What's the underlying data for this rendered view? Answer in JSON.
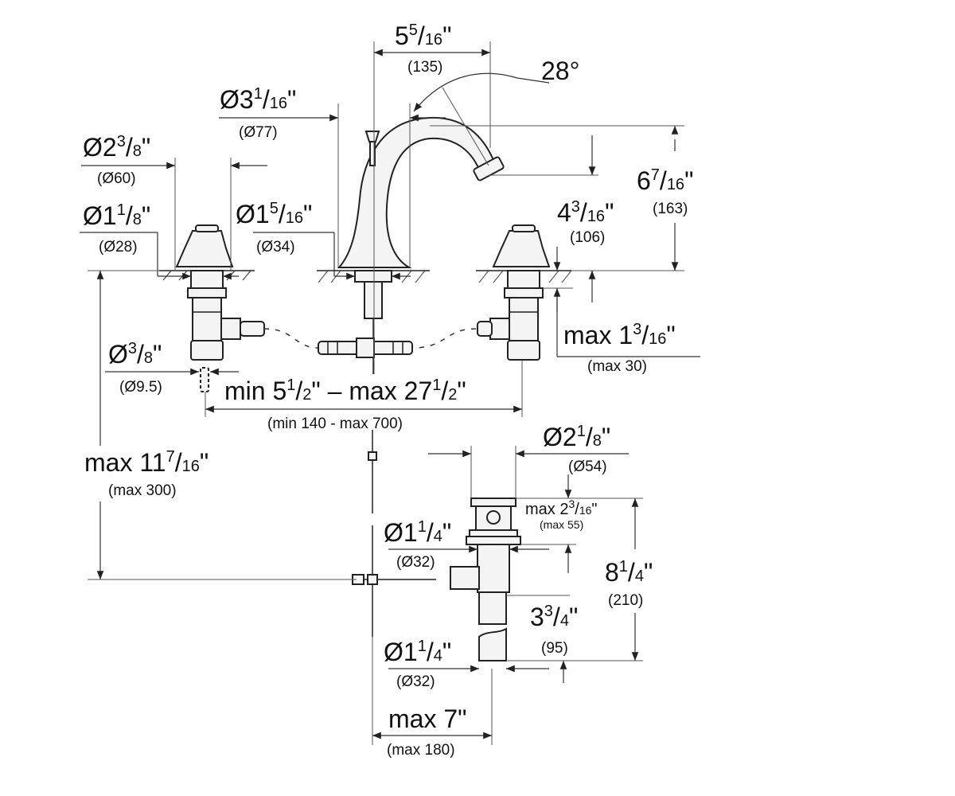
{
  "labels": {
    "spout_reach": {
      "lead": "5",
      "num": "5",
      "slash": "/",
      "den": "16",
      "tail": "\"",
      "metric": "(135)"
    },
    "angle": "28°",
    "spout_dia": {
      "lead": "Ø3",
      "num": "1",
      "slash": "/",
      "den": "16",
      "tail": "\"",
      "metric": "(Ø77)"
    },
    "handle_dia": {
      "lead": "Ø2",
      "num": "3",
      "slash": "/",
      "den": "8",
      "tail": "\"",
      "metric": "(Ø60)"
    },
    "handle_hole": {
      "lead": "Ø1",
      "num": "1",
      "slash": "/",
      "den": "8",
      "tail": "\"",
      "metric": "(Ø28)"
    },
    "spout_hole": {
      "lead": "Ø1",
      "num": "5",
      "slash": "/",
      "den": "16",
      "tail": "\"",
      "metric": "(Ø34)"
    },
    "total_height": {
      "lead": "6",
      "num": "7",
      "slash": "/",
      "den": "16",
      "tail": "\"",
      "metric": "(163)"
    },
    "outlet_height": {
      "lead": "4",
      "num": "3",
      "slash": "/",
      "den": "16",
      "tail": "\"",
      "metric": "(106)"
    },
    "deck_thickness": {
      "lead": "max 1",
      "num": "3",
      "slash": "/",
      "den": "16",
      "tail": "\"",
      "metric": "(max 30)"
    },
    "supply_dia": {
      "lead": "Ø",
      "num": "3",
      "slash": "/",
      "den": "8",
      "tail": "\"",
      "metric": "(Ø9.5)"
    },
    "spread": {
      "lead": "min 5",
      "num": "1",
      "slash": "/",
      "den": "2",
      "mid": "\" – max 27",
      "num2": "1",
      "den2": "2",
      "tail": "\"",
      "metric": "(min 140 - max 700)"
    },
    "max_depth": {
      "lead": "max 11",
      "num": "7",
      "slash": "/",
      "den": "16",
      "tail": "\"",
      "metric": "(max 300)"
    },
    "drain_flange": {
      "lead": "Ø2",
      "num": "1",
      "slash": "/",
      "den": "8",
      "tail": "\"",
      "metric": "(Ø54)"
    },
    "drain_sink": {
      "lead": "max 2",
      "num": "3",
      "slash": "/",
      "den": "16",
      "tail": "\"",
      "metric": "(max 55)"
    },
    "drain_body_dia": {
      "lead": "Ø1",
      "num": "1",
      "slash": "/",
      "den": "4",
      "tail": "\"",
      "metric": "(Ø32)"
    },
    "drain_height": {
      "lead": "8",
      "num": "1",
      "slash": "/",
      "den": "4",
      "tail": "\"",
      "metric": "(210)"
    },
    "tailpiece": {
      "lead": "3",
      "num": "3",
      "slash": "/",
      "den": "4",
      "tail": "\"",
      "metric": "(95)"
    },
    "tail_dia": {
      "lead": "Ø1",
      "num": "1",
      "slash": "/",
      "den": "4",
      "tail": "\"",
      "metric": "(Ø32)"
    },
    "rod_reach": {
      "lead": "max 7",
      "tail": "\"",
      "metric": "(max 180)"
    }
  }
}
